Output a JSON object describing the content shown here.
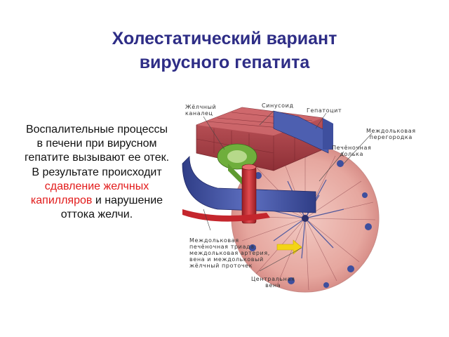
{
  "title": {
    "line1": "Холестатический вариант",
    "line2": "вирусного гепатита"
  },
  "text": {
    "part1": "Воспалительные процессы в печени при вирусном гепатите вызывают ее отек. В результате происходит ",
    "highlight": "сдавление желчных капилляров",
    "part2": " и нарушение оттока желчи.",
    "highlight_color": "#e21b1b"
  },
  "figure": {
    "labels": {
      "bile_canaliculus_1": "Жёлчный",
      "bile_canaliculus_2": "каналец",
      "sinusoid": "Синусоид",
      "hepatocyte": "Гепатоцит",
      "interlobular_septum_1": "Междольковая",
      "interlobular_septum_2": "перегородка",
      "hepatic_lobule_1": "Печёночная",
      "hepatic_lobule_2": "долька",
      "triad_1": "Междольковая",
      "triad_2": "печёночная триада:",
      "triad_3": "междольковая артерия,",
      "triad_4": "вена и междольковый",
      "triad_5": "жёлчный проточек",
      "central_vein_1": "Центральная",
      "central_vein_2": "вена"
    },
    "colors": {
      "tissue": "#b0494f",
      "vein": "#3e4f9e",
      "artery": "#c4262d",
      "bile_duct": "#6fae3c",
      "lobule": "#e9b3ac",
      "arrow": "#f3d416"
    }
  }
}
